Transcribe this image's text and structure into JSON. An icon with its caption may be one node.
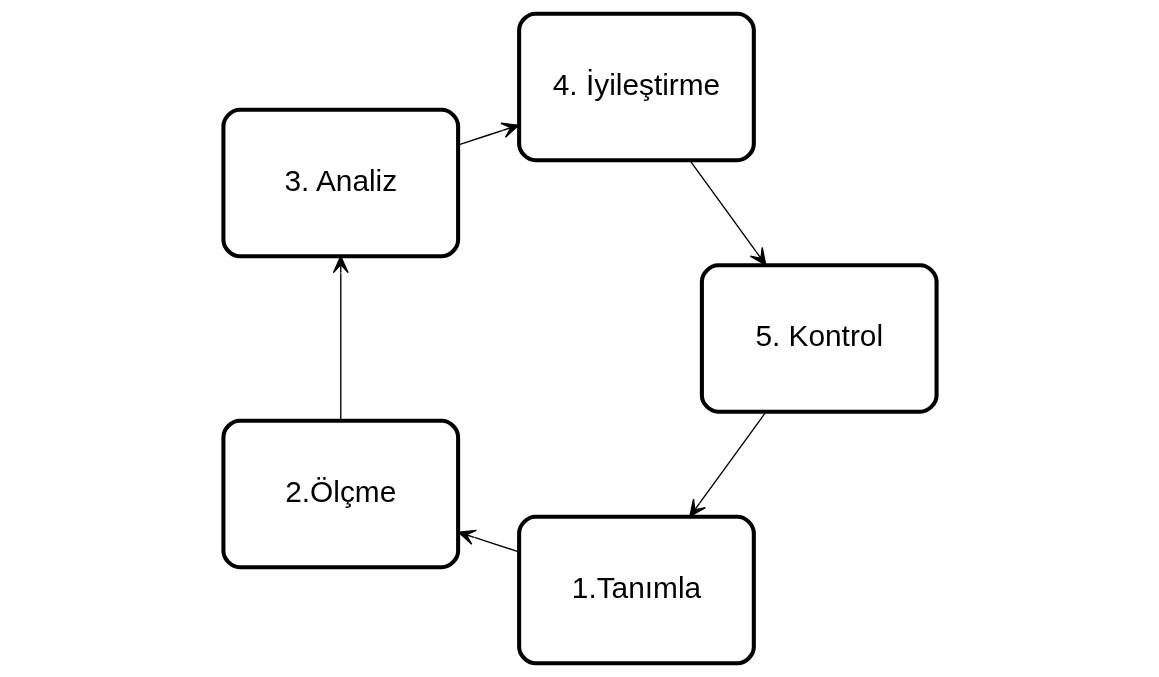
{
  "diagram": {
    "nodes": [
      {
        "text": [
          "1.Tanımla"
        ]
      },
      {
        "text": [
          "2.Ölçme"
        ]
      },
      {
        "text": [
          "3. Analiz"
        ]
      },
      {
        "text": [
          "4. İyileştirme"
        ]
      },
      {
        "text": [
          "5. Kontrol"
        ]
      }
    ],
    "edges": [
      {
        "from": 0,
        "to": 1,
        "arrow": "to"
      },
      {
        "from": 1,
        "to": 2,
        "arrow": "to"
      },
      {
        "from": 2,
        "to": 3,
        "arrow": "to"
      },
      {
        "from": 3,
        "to": 4,
        "arrow": "to"
      },
      {
        "from": 4,
        "to": 0,
        "arrow": "to"
      }
    ]
  }
}
